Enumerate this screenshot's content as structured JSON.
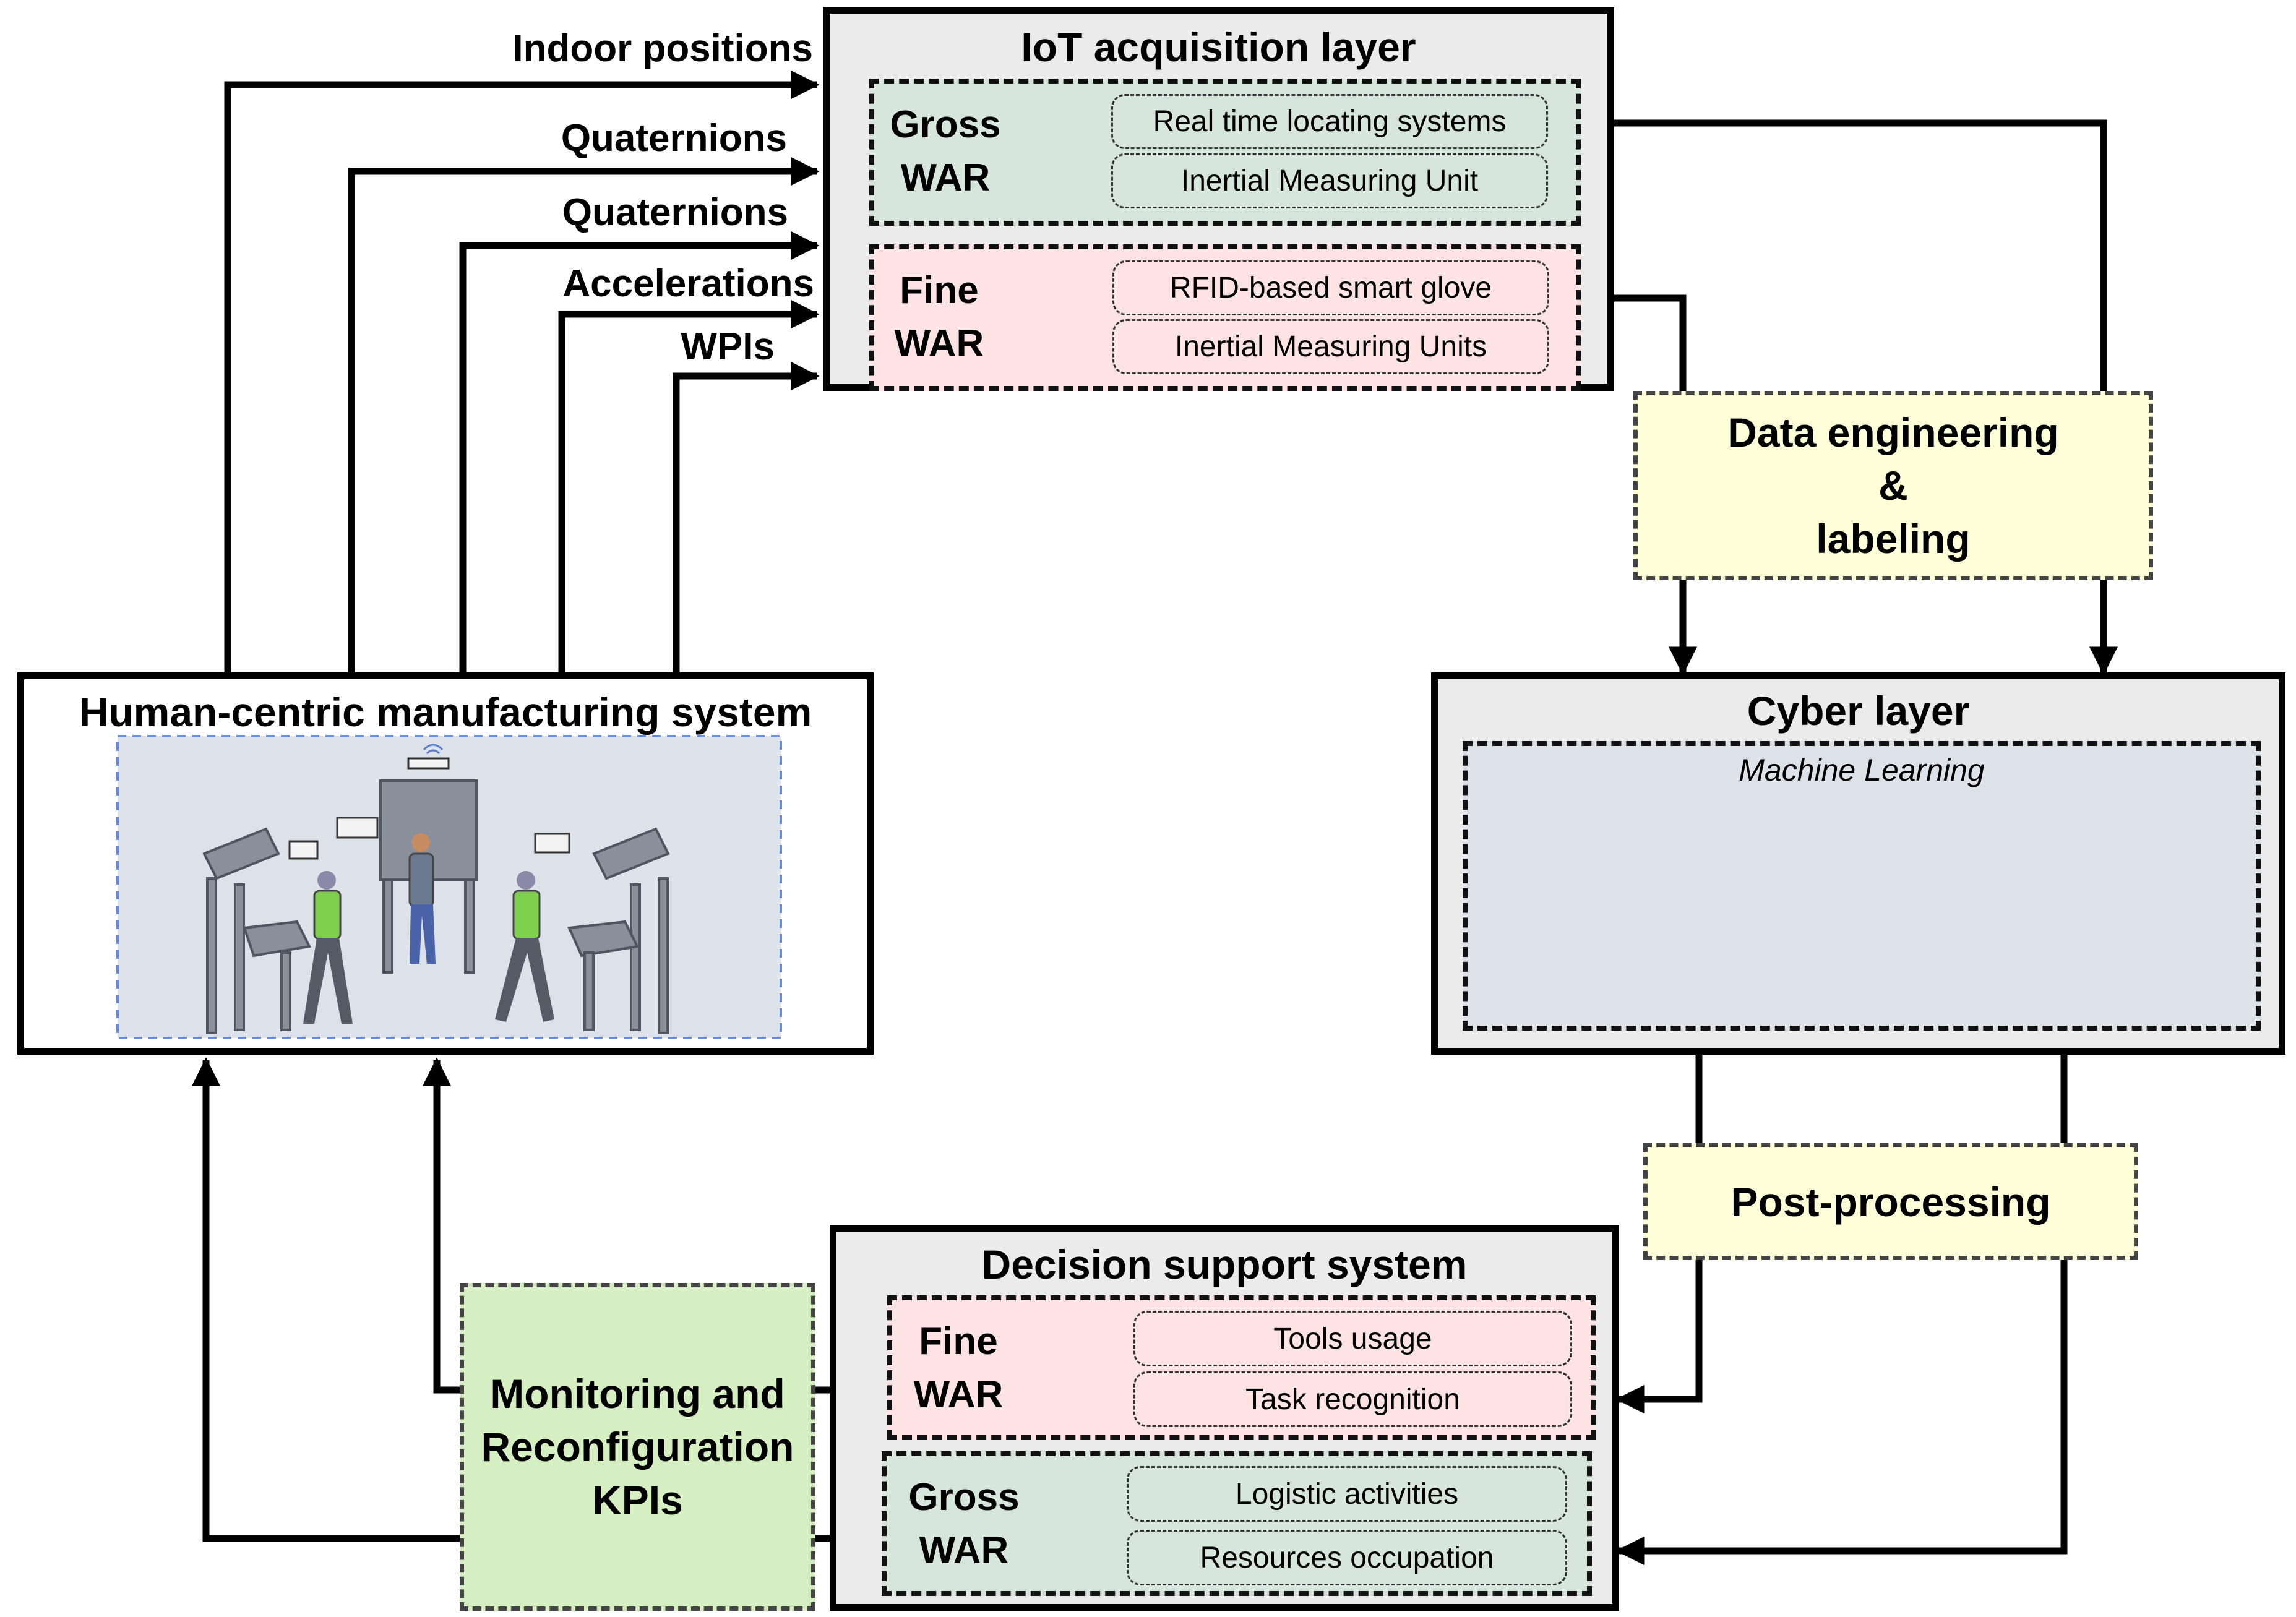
{
  "iot_layer": {
    "title": "IoT acquisition layer",
    "gross": {
      "label": "Gross\nWAR",
      "items": [
        "Real time locating systems",
        "Inertial Measuring Unit"
      ]
    },
    "fine": {
      "label": "Fine\nWAR",
      "items": [
        "RFID-based smart glove",
        "Inertial Measuring Units"
      ]
    }
  },
  "data_engineering": {
    "label": "Data engineering\n&\nlabeling"
  },
  "cyber_layer": {
    "title": "Cyber layer",
    "subtitle": "Machine Learning"
  },
  "post_processing": {
    "label": "Post-processing"
  },
  "decision_support": {
    "title": "Decision support system",
    "fine": {
      "label": "Fine\nWAR",
      "items": [
        "Tools usage",
        "Task recognition"
      ]
    },
    "gross": {
      "label": "Gross\nWAR",
      "items": [
        "Logistic activities",
        "Resources occupation"
      ]
    }
  },
  "monitoring": {
    "label": "Monitoring and\nReconfiguration\nKPIs"
  },
  "manufacturing": {
    "title": "Human-centric manufacturing system"
  },
  "input_edges": [
    "Indoor positions",
    "Quaternions",
    "Quaternions",
    "Accelerations",
    "WPIs"
  ],
  "colors": {
    "layer_bg": "#ebebeb",
    "gross_green": "#d6e6dc",
    "fine_pink": "#fde3e4",
    "note_yellow": "#fefed8",
    "monitor_green": "#d6efc2",
    "ml_panel": "#dde1e8"
  }
}
